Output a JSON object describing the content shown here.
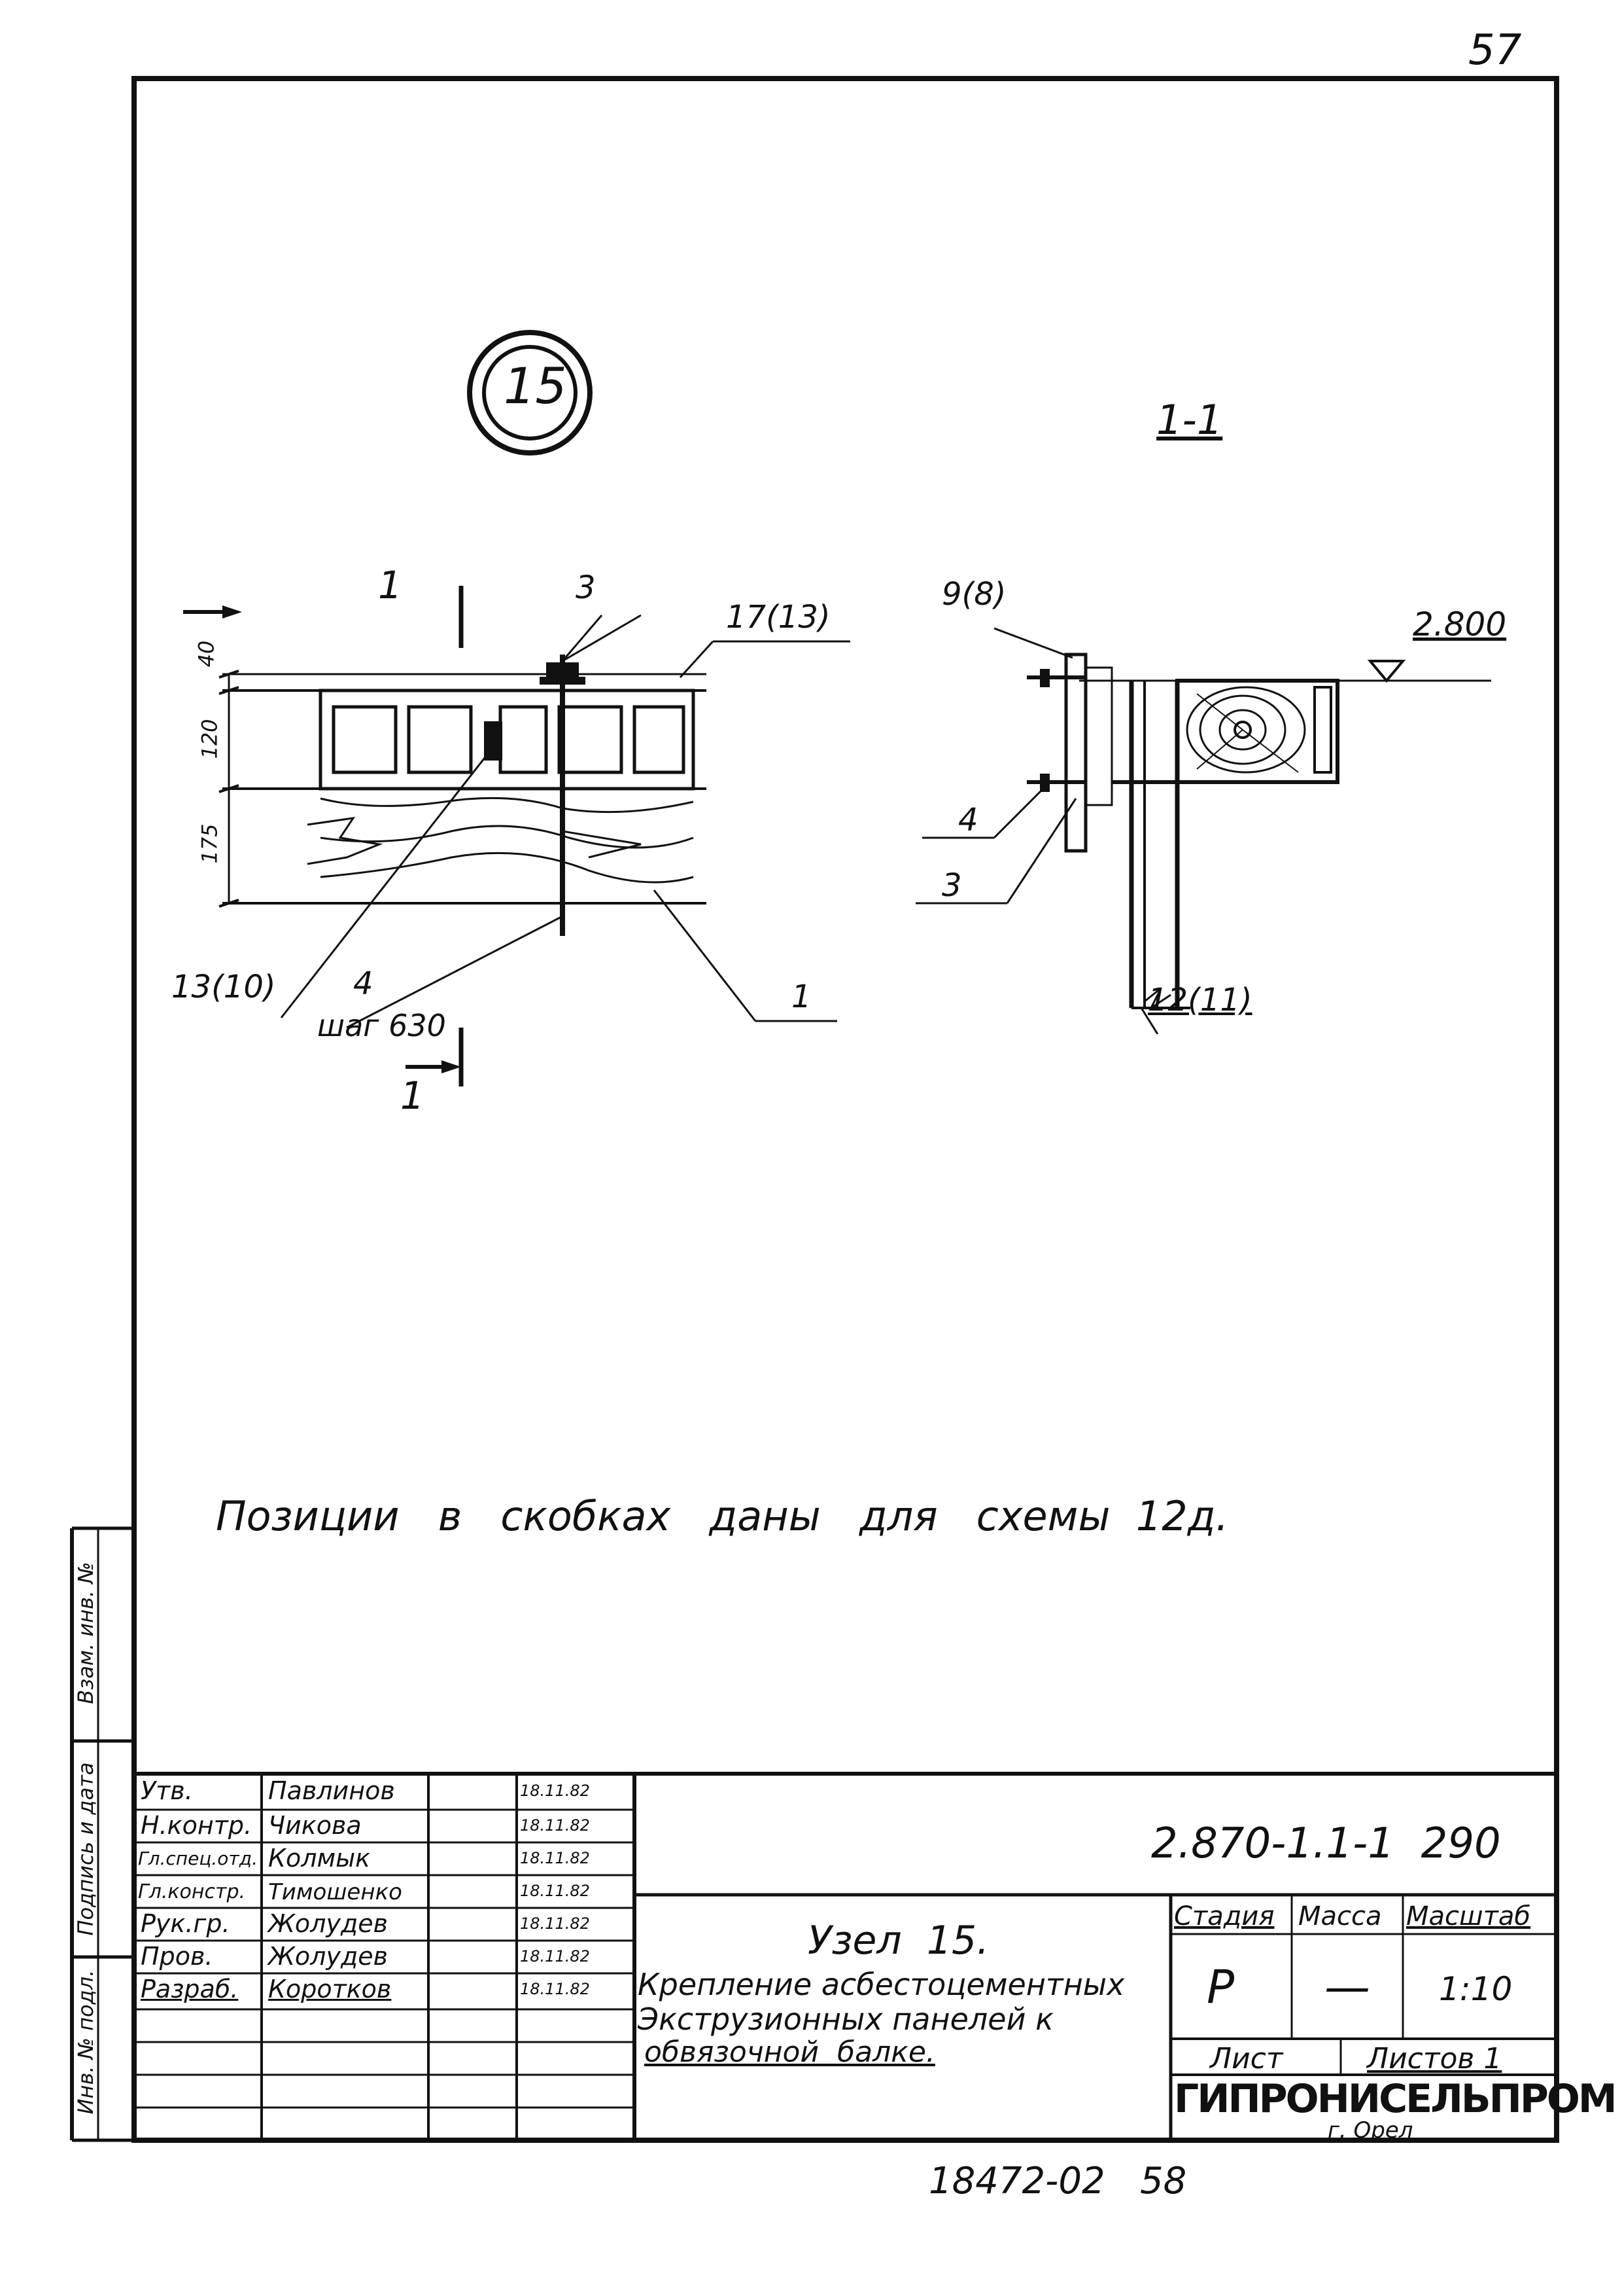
{
  "page_number": "57",
  "node_number": "15",
  "section_label": "1-1",
  "left_view": {
    "cut_mark_top": "1",
    "cut_mark_bottom": "1",
    "dim_top": "40",
    "dim_mid": "120",
    "dim_bottom": "175",
    "label_3": "3",
    "label_17_13": "17(13)",
    "label_13_10": "13(10)",
    "label_4": "4",
    "label_step": "шаг 630",
    "label_1": "1"
  },
  "right_view": {
    "label_9_8": "9(8)",
    "elevation": "2.800",
    "label_4": "4",
    "label_3": "3",
    "label_12_11": "12(11)"
  },
  "note": "Позиции   в   скобках   даны   для   схемы  12д.",
  "side_stamp": {
    "col1": "Инв. № подл.",
    "col2": "Подпись и дата",
    "col3": "Взам. инв. №"
  },
  "title_block": {
    "rows": [
      {
        "role": "Утв.",
        "name": "Павлинов",
        "date": "18.11.82"
      },
      {
        "role": "Н.контр.",
        "name": "Чикова",
        "date": "18.11.82"
      },
      {
        "role": "Гл.спец.отд.",
        "name": "Колмык",
        "date": "18.11.82"
      },
      {
        "role": "Гл.констр.",
        "name": "Тимошенко",
        "date": "18.11.82"
      },
      {
        "role": "Рук.гр.",
        "name": "Жолудев",
        "date": "18.11.82"
      },
      {
        "role": "Пров.",
        "name": "Жолудев",
        "date": "18.11.82"
      },
      {
        "role": "Разраб.",
        "name": "Коротков",
        "date": "18.11.82"
      }
    ],
    "doc_code": "2.870-1.1-1  290",
    "title_line1": "Узел  15.",
    "title_line2": "Крепление асбестоцементных",
    "title_line3": "Экструзионных панелей к",
    "title_line4": "обвязочной  балке.",
    "stage_header": "Стадия",
    "mass_header": "Масса",
    "scale_header": "Масштаб",
    "stage_value": "Р",
    "mass_value": "—",
    "scale_value": "1:10",
    "sheet_label": "Лист",
    "sheets_label": "Листов 1",
    "org": "ГИПРОНИСЕЛЬПРОМ",
    "city": "г. Орел"
  },
  "bottom_code": "18472-02   58"
}
